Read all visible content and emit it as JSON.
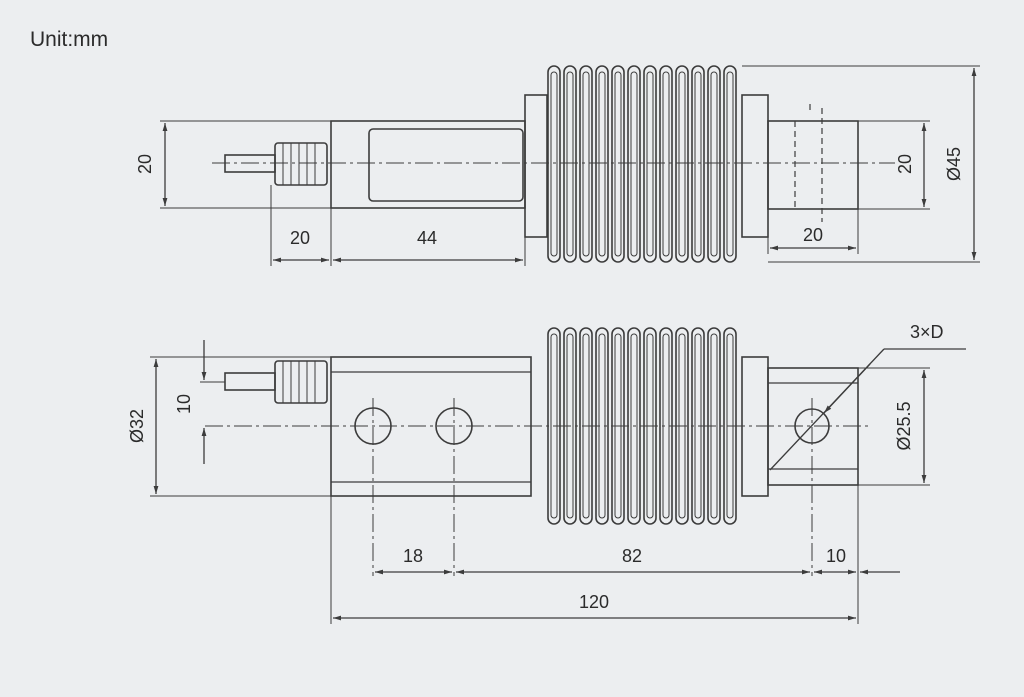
{
  "unit_label": "Unit:mm",
  "top_view": {
    "dims": {
      "height_left": "20",
      "cable_len": "20",
      "body_len": "44",
      "end_len": "20",
      "end_height": "20",
      "diameter": "Ø45"
    }
  },
  "side_view": {
    "dims": {
      "diameter_left": "Ø32",
      "offset": "10",
      "hole_spacing": "18",
      "center_spacing": "82",
      "end_offset": "10",
      "total_length": "120",
      "hole_callout": "3×D",
      "hole_diameter": "Ø25.5"
    }
  }
}
